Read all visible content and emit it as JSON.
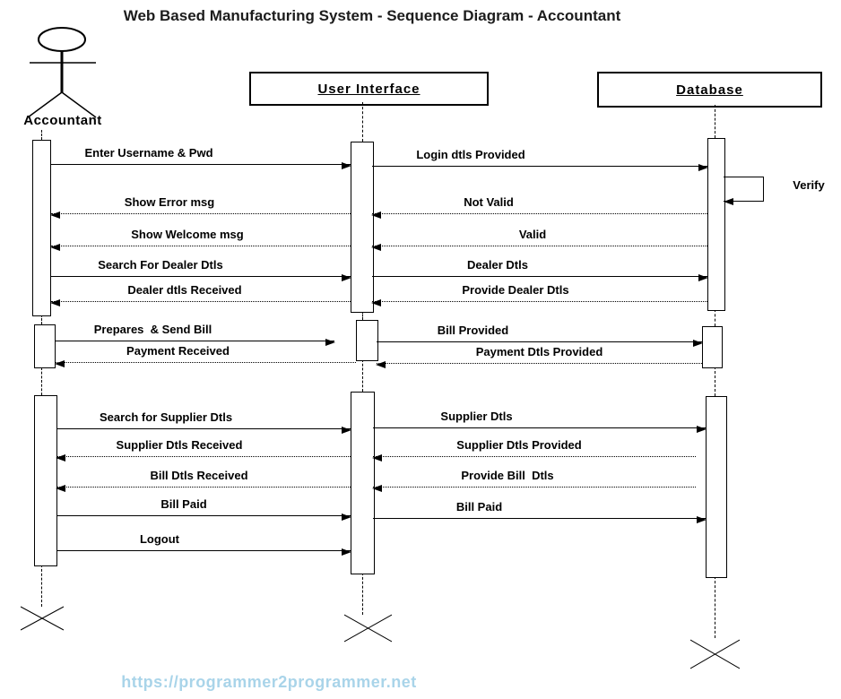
{
  "title": "Web Based Manufacturing System - Sequence Diagram - Accountant",
  "diagram_type": "uml-sequence",
  "lifelines": [
    {
      "id": "accountant",
      "label": "Accountant",
      "kind": "actor"
    },
    {
      "id": "user_interface",
      "label": "User Interface",
      "kind": "object"
    },
    {
      "id": "database",
      "label": "Database",
      "kind": "object"
    }
  ],
  "messages": [
    {
      "label": "Enter Username & Pwd",
      "from": "accountant",
      "to": "user_interface",
      "line": "solid"
    },
    {
      "label": "Login dtls Provided",
      "from": "user_interface",
      "to": "database",
      "line": "solid"
    },
    {
      "label": "Verify",
      "from": "database",
      "to": "database",
      "line": "self"
    },
    {
      "label": "Show Error msg",
      "from": "user_interface",
      "to": "accountant",
      "line": "dotted"
    },
    {
      "label": "Not Valid",
      "from": "database",
      "to": "user_interface",
      "line": "dotted"
    },
    {
      "label": "Show Welcome msg",
      "from": "user_interface",
      "to": "accountant",
      "line": "dotted"
    },
    {
      "label": "Valid",
      "from": "database",
      "to": "user_interface",
      "line": "dotted"
    },
    {
      "label": "Search For Dealer Dtls",
      "from": "accountant",
      "to": "user_interface",
      "line": "solid"
    },
    {
      "label": "Dealer Dtls",
      "from": "user_interface",
      "to": "database",
      "line": "solid"
    },
    {
      "label": "Dealer dtls Received",
      "from": "user_interface",
      "to": "accountant",
      "line": "dotted"
    },
    {
      "label": "Provide Dealer Dtls",
      "from": "database",
      "to": "user_interface",
      "line": "dotted"
    },
    {
      "label": "Prepares  & Send Bill",
      "from": "accountant",
      "to": "user_interface",
      "line": "solid"
    },
    {
      "label": "Bill Provided",
      "from": "user_interface",
      "to": "database",
      "line": "solid"
    },
    {
      "label": "Payment Received",
      "from": "user_interface",
      "to": "accountant",
      "line": "dotted"
    },
    {
      "label": "Payment Dtls Provided",
      "from": "database",
      "to": "user_interface",
      "line": "dotted"
    },
    {
      "label": "Search for Supplier Dtls",
      "from": "accountant",
      "to": "user_interface",
      "line": "solid"
    },
    {
      "label": "Supplier Dtls",
      "from": "user_interface",
      "to": "database",
      "line": "solid"
    },
    {
      "label": "Supplier Dtls Received",
      "from": "user_interface",
      "to": "accountant",
      "line": "dotted"
    },
    {
      "label": "Supplier Dtls Provided",
      "from": "database",
      "to": "user_interface",
      "line": "dotted"
    },
    {
      "label": "Bill Dtls Received",
      "from": "user_interface",
      "to": "accountant",
      "line": "dotted"
    },
    {
      "label": "Provide Bill  Dtls",
      "from": "database",
      "to": "user_interface",
      "line": "dotted"
    },
    {
      "label": "Bill Paid",
      "from": "accountant",
      "to": "user_interface",
      "line": "solid"
    },
    {
      "label": "Bill Paid",
      "from": "user_interface",
      "to": "database",
      "line": "solid"
    },
    {
      "label": "Logout",
      "from": "accountant",
      "to": "user_interface",
      "line": "solid"
    }
  ],
  "watermark": {
    "text": "https://programmer2programmer.net",
    "color": "#a9d4e9"
  },
  "colors": {
    "ink": "#000000",
    "title_ink": "#1c1c1c",
    "background": "#ffffff"
  }
}
